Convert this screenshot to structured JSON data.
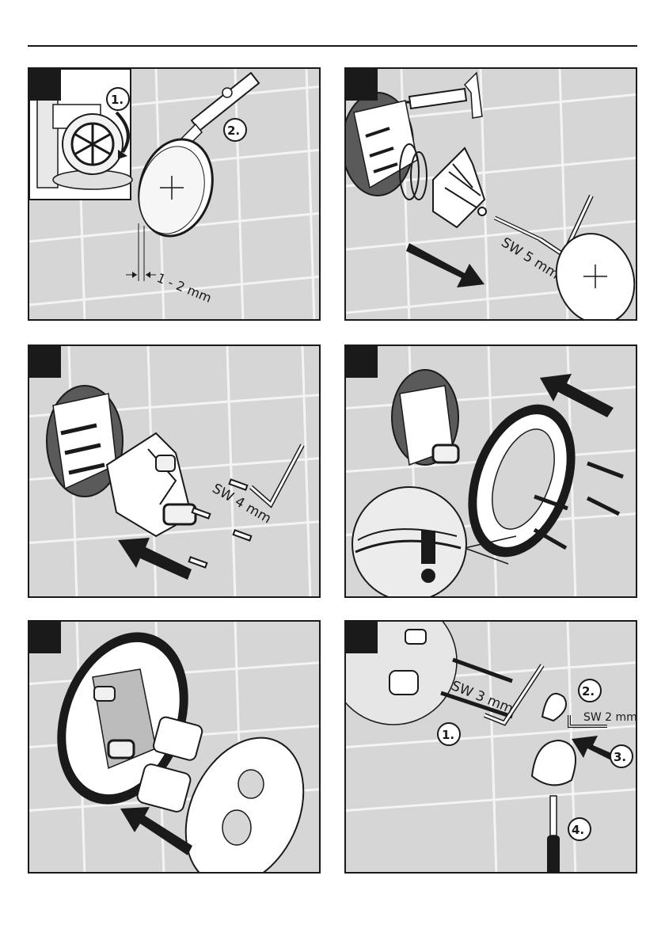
{
  "panels": [
    {
      "id": "p1",
      "steps": [
        "1.",
        "2."
      ],
      "labels": [
        "1 - 2 mm"
      ]
    },
    {
      "id": "p2",
      "steps": [],
      "labels": [
        "SW 5 mm"
      ]
    },
    {
      "id": "p3",
      "steps": [],
      "labels": [
        "SW 4 mm"
      ]
    },
    {
      "id": "p4",
      "steps": [],
      "labels": [],
      "warning_symbol": "!"
    },
    {
      "id": "p5",
      "steps": [],
      "labels": []
    },
    {
      "id": "p6",
      "steps": [
        "1.",
        "2.",
        "3.",
        "4."
      ],
      "labels": [
        "SW 3 mm",
        "SW 2 mm"
      ]
    }
  ],
  "icons": [
    "hex-key-icon",
    "screw-icon",
    "arrow-icon",
    "warning-icon",
    "screwdriver-icon",
    "caulking-gun-icon"
  ],
  "colors": {
    "ink": "#1a1a1a",
    "wall": "#d6d6d6",
    "tile_line": "#f4f4f4",
    "part": "#ffffff"
  }
}
